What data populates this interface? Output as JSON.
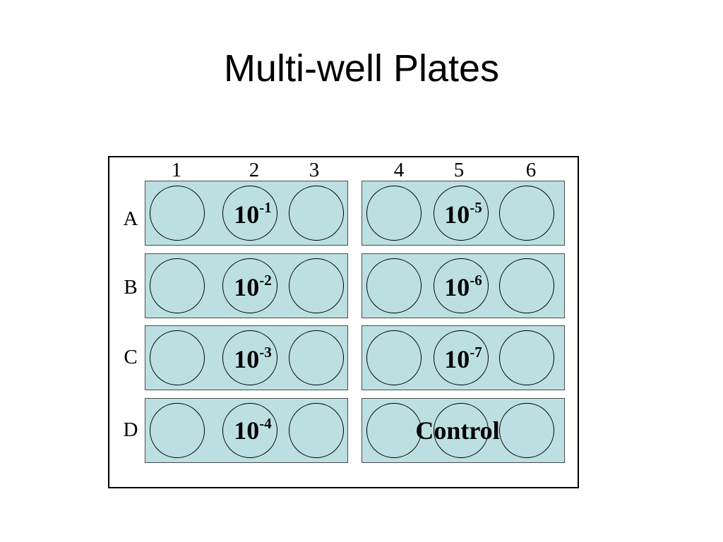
{
  "title": "Multi-well Plates",
  "columns": [
    "1",
    "2",
    "3",
    "4",
    "5",
    "6"
  ],
  "rows": [
    "A",
    "B",
    "C",
    "D"
  ],
  "dilutions": [
    {
      "base": "10",
      "exp": "-1"
    },
    {
      "base": "10",
      "exp": "-2"
    },
    {
      "base": "10",
      "exp": "-3"
    },
    {
      "base": "10",
      "exp": "-4"
    },
    {
      "base": "10",
      "exp": "-5"
    },
    {
      "base": "10",
      "exp": "-6"
    },
    {
      "base": "10",
      "exp": "-7"
    }
  ],
  "control_label": "Control",
  "colors": {
    "well_strip": "#bcdfe2",
    "outline": "#000000"
  }
}
